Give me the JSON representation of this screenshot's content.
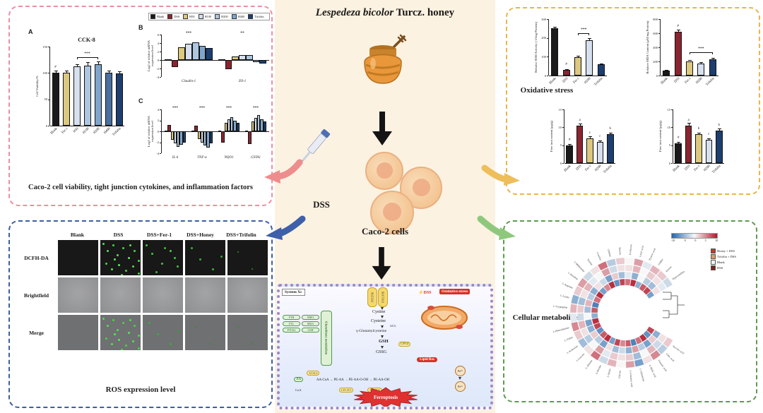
{
  "center": {
    "title_italic": "Lespedeza bicolor",
    "title_rest": " Turcz. honey",
    "dss_label": "DSS",
    "cells_label": "Caco-2 cells"
  },
  "panels": {
    "viability": {
      "letters": [
        "A",
        "B",
        "C"
      ],
      "caption": "Caco-2 cell viability, tight junction cytokines, and inflammation factors"
    },
    "oxidative": {
      "label": "Oxidative stress"
    },
    "ros": {
      "caption": "ROS expression level",
      "columns": [
        "Blank",
        "DSS",
        "DSS+Fer-1",
        "DSS+Honey",
        "DSS+Trifolin"
      ],
      "rows": [
        "DCFH-DA",
        "Brightfield",
        "Merge"
      ],
      "fluorescence": {
        "DCFH-DA": [
          "none",
          "high",
          "med",
          "low",
          "trace"
        ],
        "Merge": [
          "none",
          "high",
          "low",
          "trace",
          "trace"
        ]
      }
    },
    "metabolites": {
      "label": "Cellular metabolites",
      "scale_ticks": [
        "-10",
        "-5",
        "0",
        "5",
        "10"
      ],
      "legend": [
        {
          "label": "Honey + DSS",
          "color": "#c0392b"
        },
        {
          "label": "Trifolin + DSS",
          "color": "#e59866"
        },
        {
          "label": "Blank",
          "color": "#f2f2f2"
        },
        {
          "label": "DSS",
          "color": "#7b241c"
        }
      ]
    }
  },
  "pathway": {
    "system_xc": "System Xc",
    "slc3a1": "SLC3A1",
    "slc7a11": "SLC7A11",
    "cystine": "Cystine",
    "cysteine": "Cysteine",
    "gcl": "GCL",
    "glutamylcysteine": "γ-Glutamylcysteine",
    "gsh": "GSH",
    "gssg": "GSSG",
    "gpx4": "GPx4",
    "glutathione_box": "Glutathione metabolism",
    "genes": [
      "FTH",
      "NRF2",
      "FTL",
      "MDA",
      "PTGS2",
      "GSH"
    ],
    "dss": "DSS",
    "lightning": "⚡",
    "oxidative": "Oxidative stress",
    "lipid_ros": "Lipid Ros",
    "fe2": "Fe²⁺",
    "fe3": "Fe³⁺",
    "aa": "AA",
    "acsl4": "ACSL4",
    "coa": "CoA",
    "chain": "AA-CoA → PE-AA → PE-AA-O-OH → PE-AA-OH",
    "lpcat3": "LPCAT3",
    "alox15": "ALOX15",
    "ferroptosis": "Ferroptosis"
  },
  "chart_data": [
    {
      "id": "cck8",
      "type": "bar",
      "title": "CCK-8",
      "ylabel": "Cell Viability/%",
      "ylim": [
        0,
        150
      ],
      "yticks": [
        0,
        50,
        100,
        150
      ],
      "categories": [
        "Blank",
        "Fer-1",
        "H50",
        "H100",
        "H200",
        "H400",
        "Trifolin"
      ],
      "values": [
        100,
        101,
        112,
        114,
        116,
        101,
        99
      ],
      "errors": [
        4,
        3,
        5,
        7,
        6,
        4,
        4
      ],
      "colors": [
        "#1a1a1a",
        "#dcc87e",
        "#d6e0ee",
        "#aec6e0",
        "#7fa5cb",
        "#49719f",
        "#1d3e6e"
      ],
      "topLabels": [
        "#",
        "",
        "",
        "",
        "",
        "",
        ""
      ],
      "sig_bracket": {
        "from": 2,
        "to": 4,
        "text": "***"
      }
    },
    {
      "id": "tight_junction",
      "type": "grouped-bar",
      "ylabel": "Log2 of relative mRNA expression level",
      "ylim": [
        -4,
        6
      ],
      "yticks": [
        -4,
        -2,
        0,
        2,
        4,
        6
      ],
      "categories": [
        "Claudin-1",
        "ZO-1"
      ],
      "series": [
        {
          "name": "Blank",
          "color": "#1a1a1a",
          "values": [
            0.2,
            0.1
          ]
        },
        {
          "name": "DSS",
          "color": "#8b2430",
          "values": [
            -1.6,
            -2.1
          ]
        },
        {
          "name": "H50",
          "color": "#dcc87e",
          "values": [
            3.0,
            0.9
          ]
        },
        {
          "name": "H100",
          "color": "#d6e0ee",
          "values": [
            3.8,
            1.1
          ]
        },
        {
          "name": "H200",
          "color": "#aec6e0",
          "values": [
            4.2,
            1.2
          ]
        },
        {
          "name": "H400",
          "color": "#7fa5cb",
          "values": [
            3.4,
            -0.5
          ]
        },
        {
          "name": "Trifolin",
          "color": "#1d3e6e",
          "values": [
            2.9,
            -0.9
          ]
        }
      ],
      "group_sigs": [
        "***",
        "**"
      ]
    },
    {
      "id": "inflammation",
      "type": "grouped-bar",
      "ylabel": "Log2 of relative mRNA expression level",
      "ylim": [
        -4,
        4
      ],
      "yticks": [
        -4,
        -2,
        0,
        2,
        4
      ],
      "categories": [
        "IL-6",
        "TNF-α",
        "NQO1",
        "GSTA1"
      ],
      "series": [
        {
          "name": "Blank",
          "color": "#1a1a1a",
          "values": [
            0.1,
            0.1,
            0.1,
            0.1
          ]
        },
        {
          "name": "DSS",
          "color": "#8b2430",
          "values": [
            1.2,
            1.0,
            -2.0,
            -2.3
          ]
        },
        {
          "name": "H50",
          "color": "#dcc87e",
          "values": [
            -1.6,
            -1.4,
            1.6,
            1.8
          ]
        },
        {
          "name": "H100",
          "color": "#d6e0ee",
          "values": [
            -2.2,
            -2.0,
            2.2,
            2.4
          ]
        },
        {
          "name": "H200",
          "color": "#aec6e0",
          "values": [
            -2.8,
            -2.6,
            2.6,
            3.0
          ]
        },
        {
          "name": "H400",
          "color": "#7fa5cb",
          "values": [
            -2.4,
            -3.0,
            2.0,
            2.2
          ]
        },
        {
          "name": "Trifolin",
          "color": "#1d3e6e",
          "values": [
            -2.0,
            -2.2,
            1.5,
            1.8
          ]
        }
      ],
      "group_sigs": [
        "***",
        "***",
        "***",
        "***"
      ]
    },
    {
      "id": "sod",
      "type": "bar",
      "ylabel": "Relative SOD Activity ( U/mg Protein)",
      "ylim": [
        0,
        300
      ],
      "yticks": [
        0,
        100,
        200,
        300
      ],
      "categories": [
        "Blank",
        "DSS",
        "Fer-1",
        "H200",
        "Trifolin"
      ],
      "values": [
        252,
        30,
        98,
        188,
        60
      ],
      "errors": [
        8,
        4,
        6,
        10,
        5
      ],
      "colors": [
        "#1a1a1a",
        "#8b2430",
        "#dcc87e",
        "#d6e0ee",
        "#1d3e6e"
      ],
      "topLabels": [
        "",
        "#",
        "",
        "",
        ""
      ],
      "sig_bracket": {
        "from": 2,
        "to": 3,
        "text": "***"
      }
    },
    {
      "id": "mda",
      "type": "bar",
      "ylabel": "Relative MDA Content (μM/mg Protein)",
      "ylim": [
        0,
        800
      ],
      "yticks": [
        0,
        200,
        400,
        600,
        800
      ],
      "categories": [
        "Blank",
        "DSS",
        "Fer-1",
        "H200",
        "Trifolin"
      ],
      "values": [
        70,
        620,
        205,
        175,
        230
      ],
      "errors": [
        12,
        30,
        18,
        15,
        20
      ],
      "colors": [
        "#1a1a1a",
        "#8b2430",
        "#dcc87e",
        "#d6e0ee",
        "#1d3e6e"
      ],
      "topLabels": [
        "",
        "#",
        "",
        "",
        ""
      ],
      "sig_bracket": {
        "from": 2,
        "to": 4,
        "text": "***"
      }
    },
    {
      "id": "iron1",
      "type": "bar",
      "ylabel": "Free iron content (μg/g)",
      "ylim": [
        0,
        15
      ],
      "yticks": [
        0,
        5,
        10,
        15
      ],
      "categories": [
        "Blank",
        "DSS",
        "Fer-1",
        "H200",
        "Trifolin"
      ],
      "values": [
        5,
        10.5,
        7,
        6,
        8
      ],
      "errors": [
        0.4,
        0.6,
        0.5,
        0.4,
        0.5
      ],
      "colors": [
        "#1a1a1a",
        "#8b2430",
        "#dcc87e",
        "#d6e0ee",
        "#1d3e6e"
      ],
      "topLabels": [
        "#",
        "a",
        "c",
        "c",
        "b"
      ]
    },
    {
      "id": "iron2",
      "type": "bar",
      "ylabel": "Free iron content (μg/g)",
      "ylim": [
        0,
        15
      ],
      "yticks": [
        0,
        5,
        10,
        15
      ],
      "categories": [
        "Blank",
        "DSS",
        "Fer-1",
        "H200",
        "Trifolin"
      ],
      "values": [
        5.5,
        10.5,
        8,
        6.5,
        9
      ],
      "errors": [
        0.4,
        0.7,
        0.5,
        0.4,
        0.6
      ],
      "colors": [
        "#1a1a1a",
        "#8b2430",
        "#dcc87e",
        "#d6e0ee",
        "#1d3e6e"
      ],
      "topLabels": [
        "#",
        "a",
        "b",
        "c",
        "b"
      ]
    },
    {
      "id": "metabolome",
      "type": "circular-heatmap",
      "scale": [
        -10,
        10
      ],
      "labels": [
        "Succinic acid",
        "Citric acid",
        "Fumaric acid",
        "L-Malic acid",
        "L-Glutamine",
        "L-Glutamic acid",
        "Glycine",
        "L-Serine",
        "L-Proline",
        "L-Alanine",
        "L-Leucine",
        "L-Isoleucine",
        "L-Valine",
        "L-Phenylalanine",
        "L-Tyrosine",
        "L-Tryptophan",
        "L-Lysine",
        "L-Arginine",
        "L-Histidine",
        "L-Methionine",
        "Taurine",
        "Creatine",
        "Choline",
        "Betaine",
        "D-Glucose",
        "Lactic acid",
        "Pyruvic acid",
        "Uridine",
        "Inosine",
        "Hypoxanthine"
      ],
      "rings": [
        {
          "name": "Honey + DSS",
          "values": [
            2,
            -3,
            5,
            1,
            -6,
            4,
            0,
            3,
            -2,
            6,
            1,
            -4,
            2,
            5,
            -1,
            3,
            -5,
            2,
            4,
            -2,
            1,
            6,
            -3,
            2,
            0,
            4,
            -1,
            3,
            2,
            -2
          ]
        },
        {
          "name": "Trifolin + DSS",
          "values": [
            1,
            -2,
            3,
            0,
            -4,
            2,
            1,
            2,
            -1,
            4,
            0,
            -3,
            1,
            3,
            -2,
            2,
            -4,
            1,
            3,
            -1,
            0,
            4,
            -2,
            1,
            1,
            3,
            0,
            2,
            1,
            -1
          ]
        },
        {
          "name": "Blank",
          "values": [
            -5,
            2,
            -6,
            -3,
            4,
            -5,
            -2,
            -4,
            1,
            -6,
            -3,
            2,
            -5,
            -6,
            0,
            -4,
            3,
            -3,
            -5,
            1,
            -2,
            -6,
            2,
            -4,
            -1,
            -5,
            0,
            -3,
            -4,
            1
          ]
        },
        {
          "name": "DSS",
          "values": [
            8,
            -7,
            9,
            6,
            -8,
            7,
            5,
            8,
            -6,
            9,
            7,
            -7,
            8,
            9,
            -5,
            7,
            -8,
            6,
            9,
            -6,
            5,
            9,
            -7,
            8,
            6,
            9,
            -5,
            7,
            8,
            -6
          ]
        }
      ]
    }
  ]
}
